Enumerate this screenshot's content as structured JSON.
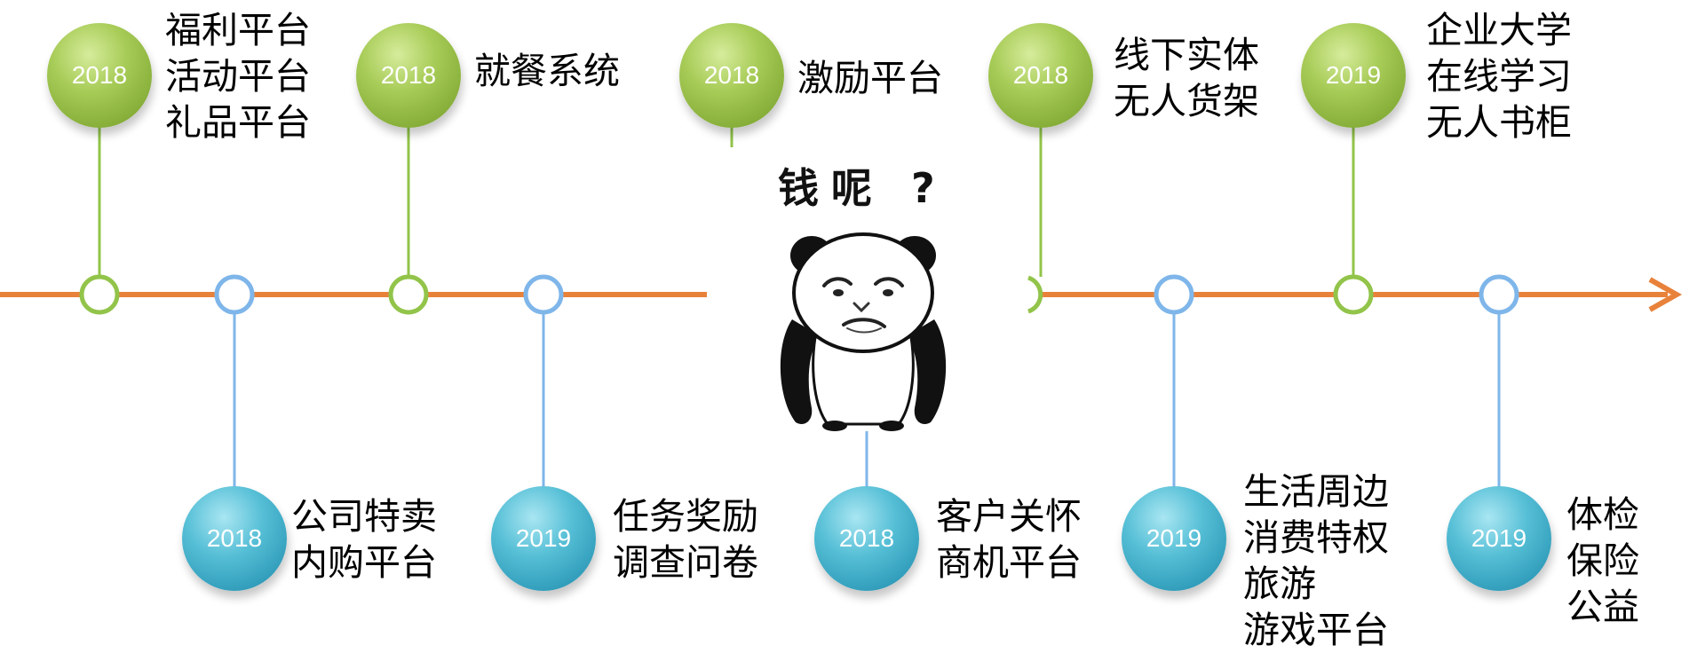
{
  "colors": {
    "axis": "#e8823a",
    "green": "#92c44a",
    "blue": "#7fb6ea"
  },
  "top_items": [
    {
      "year": "2018",
      "lines": [
        "福利平台",
        "活动平台",
        "礼品平台"
      ]
    },
    {
      "year": "2018",
      "lines": [
        "就餐系统"
      ]
    },
    {
      "year": "2018",
      "lines": [
        "激励平台"
      ]
    },
    {
      "year": "2018",
      "lines": [
        "线下实体",
        "无人货架"
      ]
    },
    {
      "year": "2019",
      "lines": [
        "企业大学",
        "在线学习",
        "无人书柜"
      ]
    }
  ],
  "bottom_items": [
    {
      "year": "2018",
      "lines": [
        "公司特卖",
        "内购平台"
      ]
    },
    {
      "year": "2019",
      "lines": [
        "任务奖励",
        "调查问卷"
      ]
    },
    {
      "year": "2018",
      "lines": [
        "客户关怀",
        "商机平台"
      ]
    },
    {
      "year": "2019",
      "lines": [
        "生活周边",
        "消费特权",
        "旅游",
        "游戏平台"
      ]
    },
    {
      "year": "2019",
      "lines": [
        "体检",
        "保险",
        "公益"
      ]
    }
  ],
  "meme": {
    "caption": "钱呢 ?",
    "icon": "panda-meme-icon"
  }
}
